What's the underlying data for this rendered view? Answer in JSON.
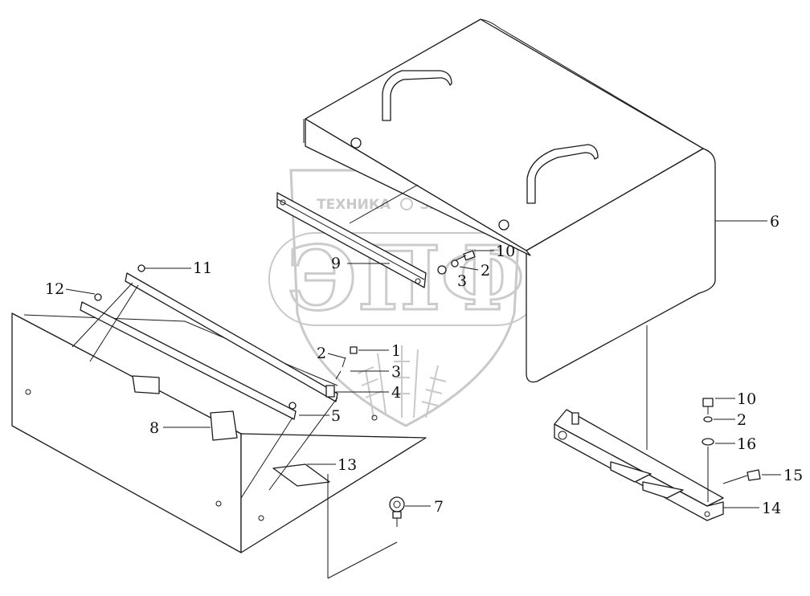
{
  "diagram": {
    "watermark": {
      "banner_left": "ТЕХНИКА",
      "banner_right": "ЗАПЧАСТИ",
      "logo": "ЭПФ",
      "color": "#c9c9c9"
    },
    "line_color": "#1a1a1a",
    "background": "#ffffff",
    "callouts": [
      "1",
      "2",
      "3",
      "4",
      "5",
      "6",
      "7",
      "8",
      "9",
      "10",
      "11",
      "12",
      "13",
      "14",
      "15",
      "16"
    ],
    "callouts_extra": {
      "c2b": "2",
      "c3b": "3",
      "c10b": "10",
      "c2c": "2"
    }
  }
}
